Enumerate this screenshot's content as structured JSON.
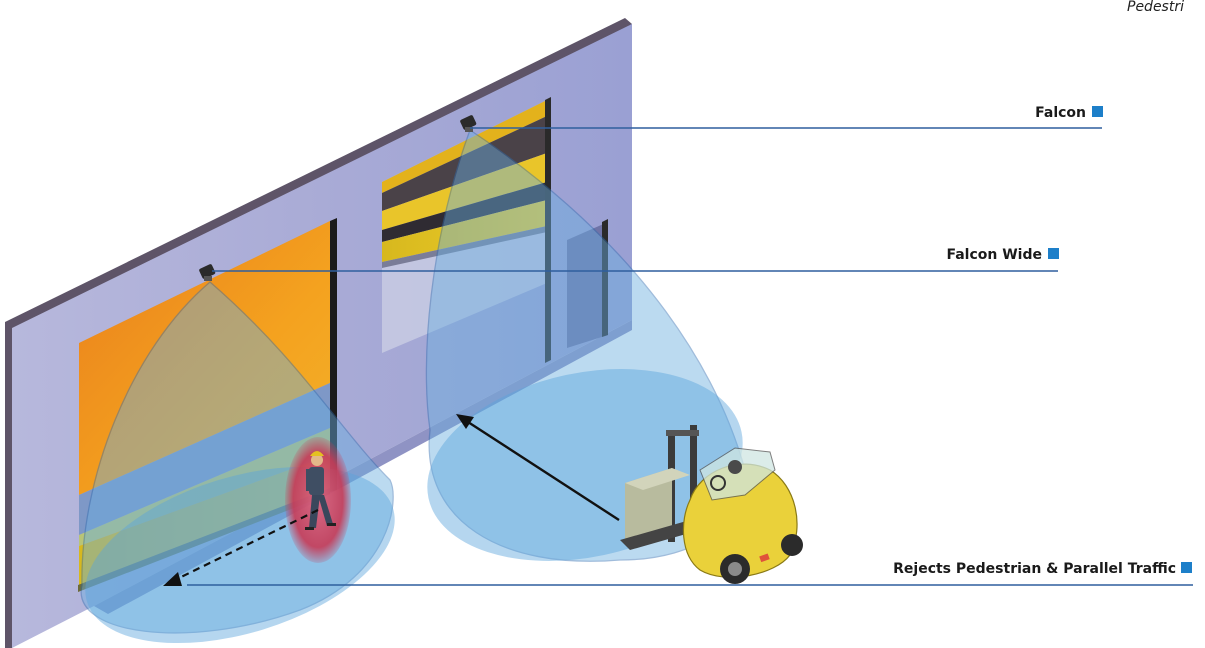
{
  "corner_text": "Pedestri",
  "callouts": [
    {
      "label": "Falcon"
    },
    {
      "label": "Falcon Wide"
    },
    {
      "label": "Rejects Pedestrian & Parallel Traffic"
    }
  ],
  "colors": {
    "wall": "#a7abd6",
    "door_orange": "#f2961e",
    "door_yellow": "#e9c720",
    "door_band": "#7d97c6",
    "detection_zone": "#6aaee0",
    "callout_line": "#2f5f9e",
    "callout_marker": "#1d7fc9",
    "pedestrian_halo": "#c0304a",
    "forklift": "#ead13a"
  }
}
